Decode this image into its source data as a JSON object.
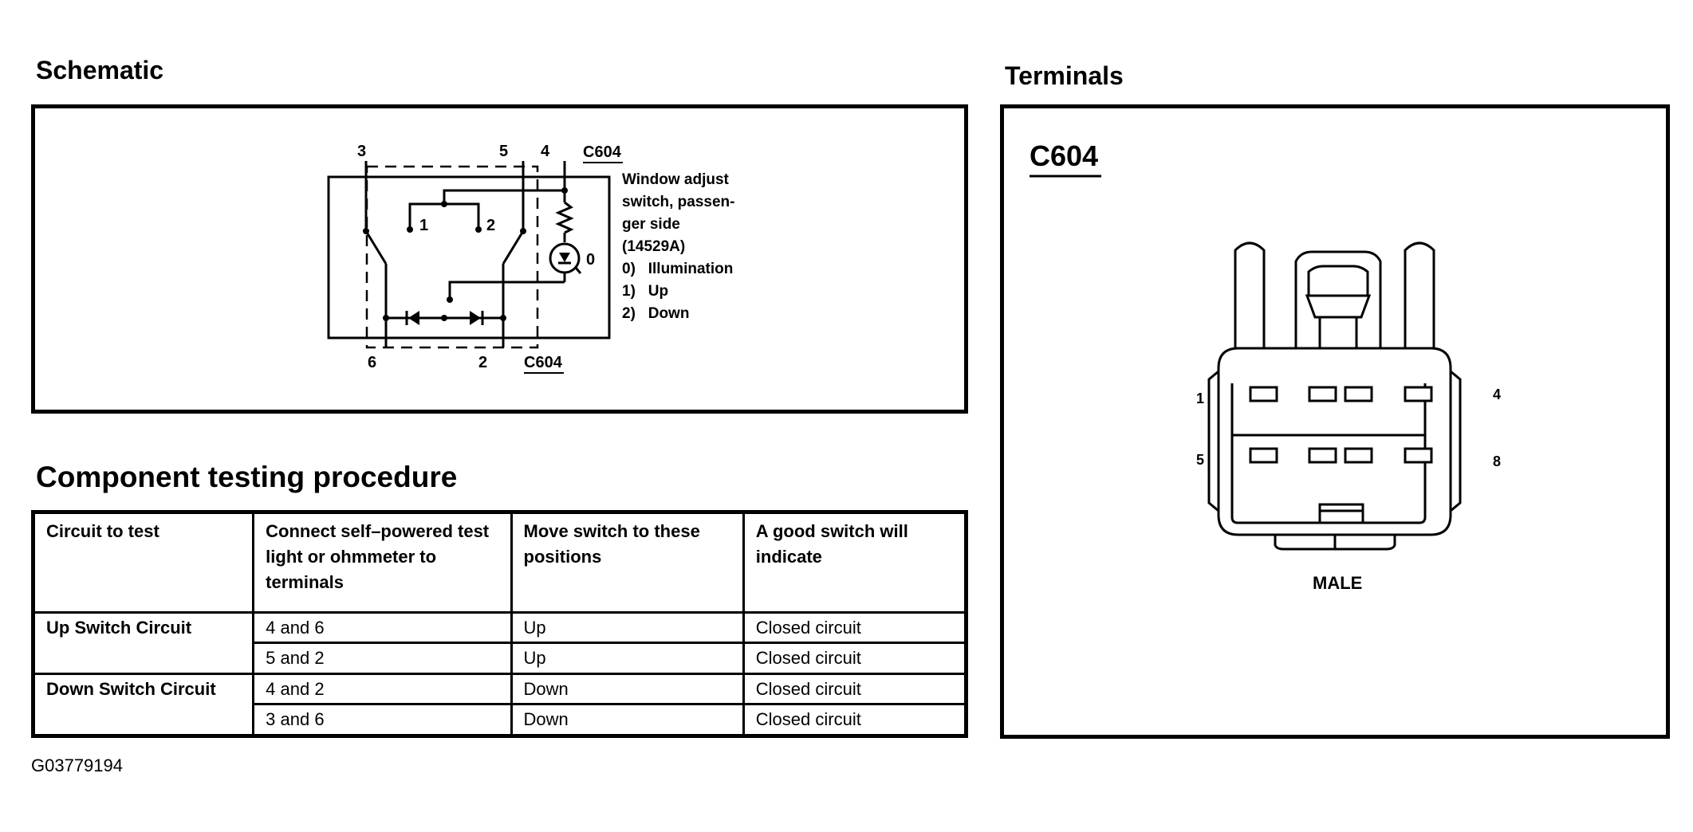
{
  "headings": {
    "schematic": "Schematic",
    "testing": "Component testing procedure",
    "terminals": "Terminals"
  },
  "schematic": {
    "top_pins": [
      "3",
      "5",
      "4"
    ],
    "bottom_pins": [
      "6",
      "2"
    ],
    "connector_top": "C604",
    "connector_bottom": "C604",
    "switch_positions": [
      "1",
      "2"
    ],
    "lamp_position": "0",
    "description": [
      "Window adjust",
      "switch, passen-",
      "ger side",
      "(14529A)",
      "0)   Illumination",
      "1)   Up",
      "2)   Down"
    ]
  },
  "table": {
    "headers": [
      "Circuit to test",
      "Connect self–powered test light or ohmmeter to terminals",
      "Move switch to these positions",
      "A good switch will indicate"
    ],
    "groups": [
      {
        "circuit": "Up Switch Circuit",
        "rows": [
          {
            "terminals": "4 and 6",
            "position": "Up",
            "result": "Closed circuit"
          },
          {
            "terminals": "5 and 2",
            "position": "Up",
            "result": "Closed circuit"
          }
        ]
      },
      {
        "circuit": "Down Switch Circuit",
        "rows": [
          {
            "terminals": "4 and 2",
            "position": "Down",
            "result": "Closed circuit"
          },
          {
            "terminals": "3 and 6",
            "position": "Down",
            "result": "Closed circuit"
          }
        ]
      }
    ]
  },
  "terminals": {
    "connector": "C604",
    "pin_labels": {
      "top_left": "1",
      "top_right": "4",
      "bottom_left": "5",
      "bottom_right": "8"
    },
    "gender": "MALE"
  },
  "figure_id": "G03779194"
}
